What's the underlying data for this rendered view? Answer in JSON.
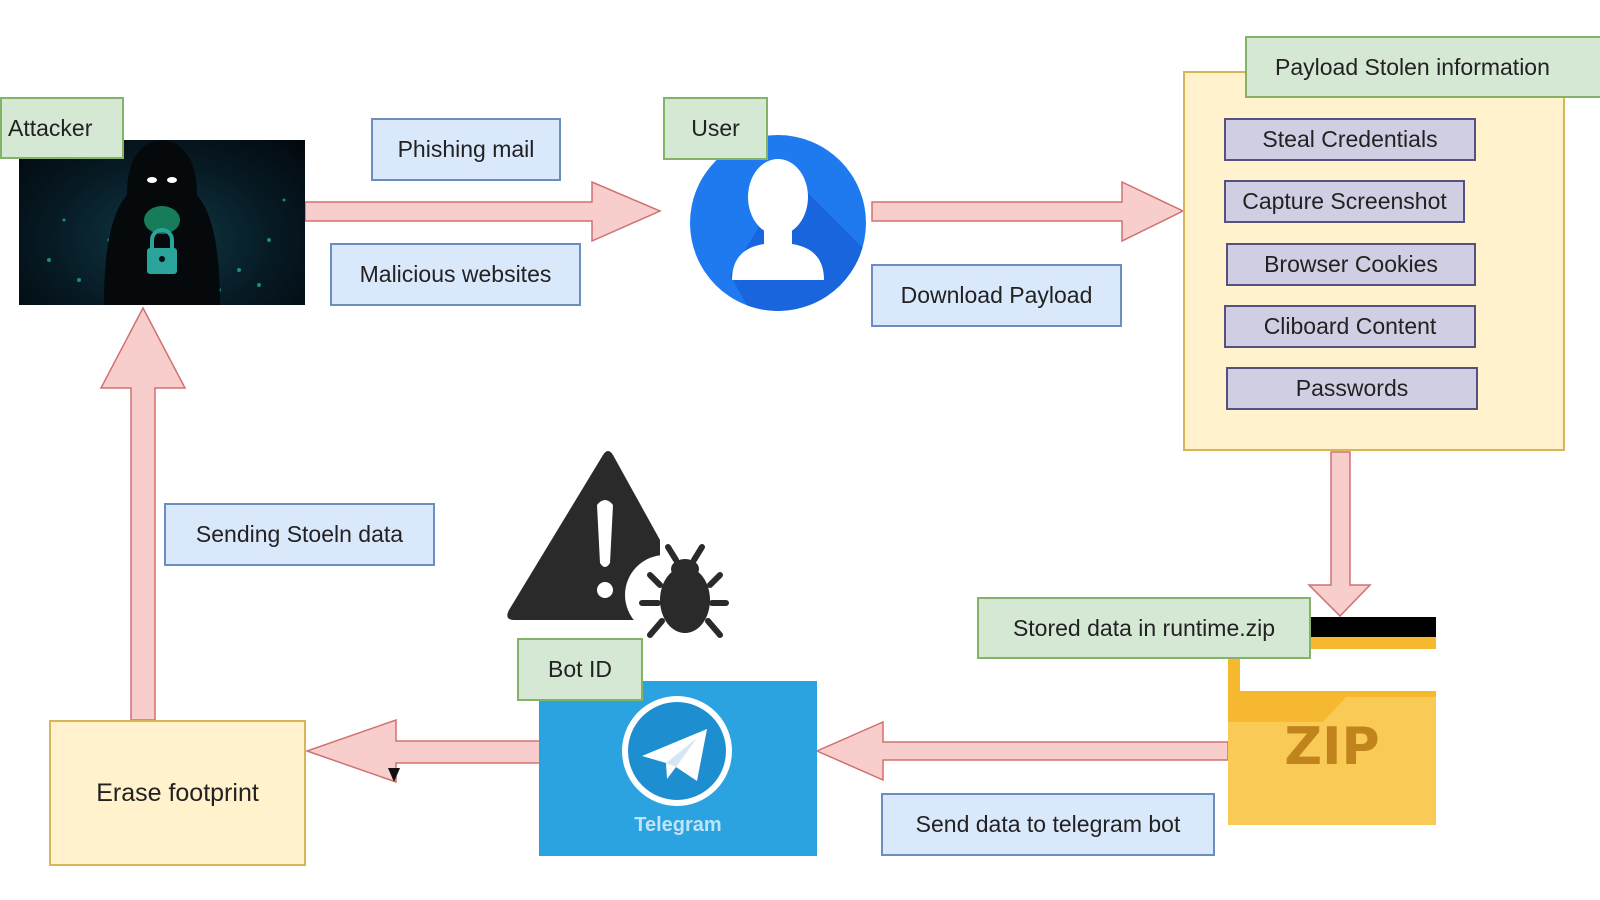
{
  "diagram": {
    "nodes": {
      "attacker": {
        "label": "Attacker"
      },
      "user": {
        "label": "User"
      },
      "payload": {
        "label": "Payload Stolen information",
        "items": [
          "Steal Credentials",
          "Capture Screenshot",
          "Browser Cookies",
          "Cliboard Content",
          "Passwords"
        ]
      },
      "zip": {
        "label": "Stored data in runtime.zip",
        "icon_text": "ZIP"
      },
      "telegram": {
        "label": "Bot ID",
        "icon_text": "Telegram"
      },
      "erase": {
        "label": "Erase footprint"
      }
    },
    "edge_labels": {
      "phishing": "Phishing mail",
      "malicious": "Malicious websites",
      "download": "Download Payload",
      "send_telegram": "Send data to telegram bot",
      "sending_stolen": "Sending Stoeln data"
    },
    "colors": {
      "arrow_fill": "#f8cecc",
      "arrow_stroke": "#d07070",
      "user_blue": "#1f7af0",
      "telegram_blue": "#2aa3e0",
      "zip_yellow": "#f9c74f"
    }
  }
}
